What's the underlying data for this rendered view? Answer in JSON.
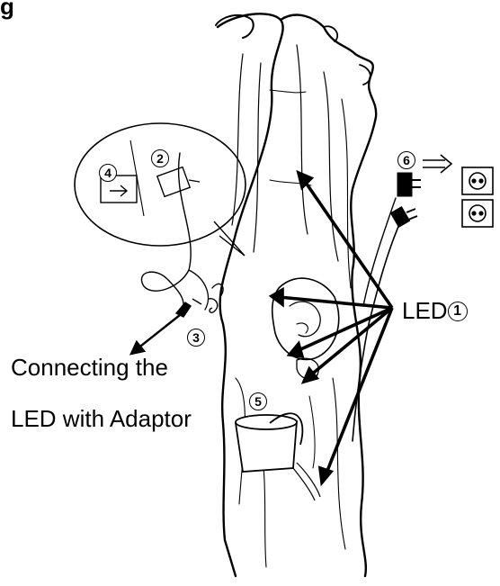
{
  "figure": {
    "corner_label": "g",
    "led_label": "LED",
    "led_marker": "1",
    "connect_label_line1": "Connecting the",
    "connect_label_line2": "LED with Adaptor"
  },
  "step_markers": [
    "2",
    "3",
    "4",
    "5",
    "6"
  ],
  "icons": [
    "tree-trunk-illustration",
    "adaptor-plug-icon",
    "wall-socket-icon",
    "arrow-icon",
    "bucket-icon"
  ],
  "colors": {
    "ink": "#000000",
    "background": "#ffffff"
  }
}
